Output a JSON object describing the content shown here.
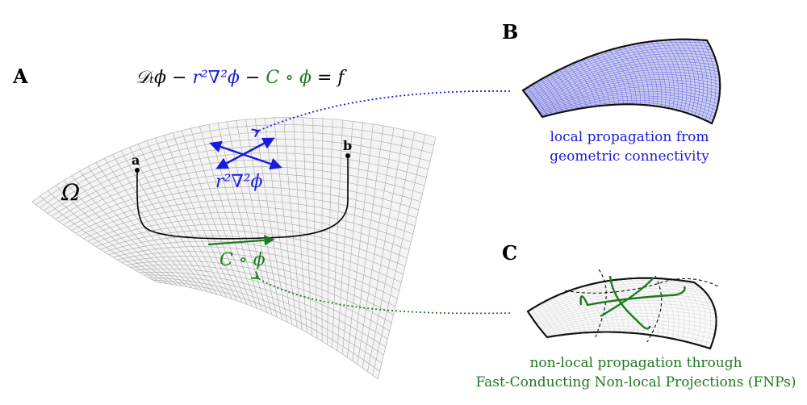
{
  "panels": {
    "a": "A",
    "b": "B",
    "c": "C"
  },
  "equation": {
    "term1": "𝒟ₜϕ",
    "minus1": " − ",
    "term2": "r²∇²ϕ",
    "minus2": " − ",
    "term3": "C ∘ ϕ",
    "rhs": " = f"
  },
  "surface": {
    "omega": "Ω",
    "point_a": "a",
    "point_b": "b",
    "local_operator": "r²∇²ϕ",
    "nonlocal_operator": "C ∘ ϕ"
  },
  "caption_b": {
    "line1_strong": "local propagation",
    "line1_rest": " from",
    "line2": "geometric connectivity"
  },
  "caption_c": {
    "line1_strong": "non-local propagation",
    "line1_rest": " through",
    "line2": "Fast-Conducting Non-local Projections (FNPs)"
  },
  "colors": {
    "local": "#1a1adc",
    "nonlocal": "#1f7a1f",
    "mesh": "#9a9a9a",
    "text": "#000000"
  }
}
